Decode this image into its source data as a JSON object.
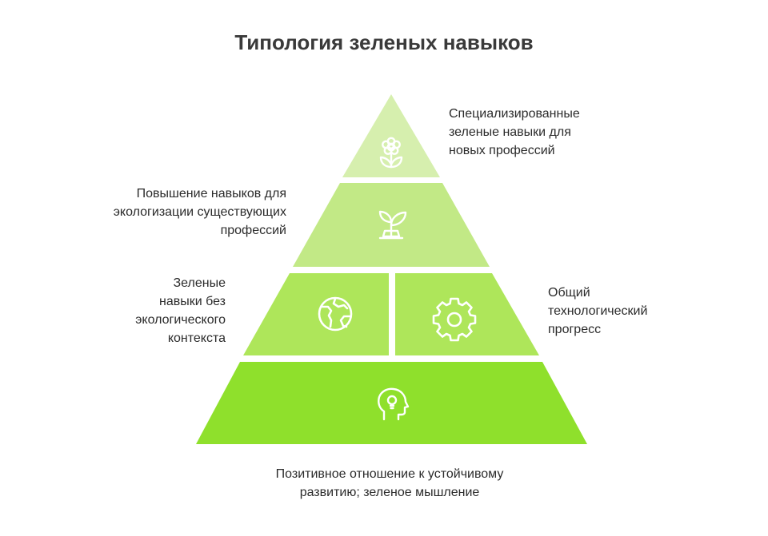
{
  "title": "Типология зеленых навыков",
  "colors": {
    "tier1": "#d6efae",
    "tier2": "#c2e986",
    "tier3": "#aee65a",
    "tier4": "#8fe02c",
    "icon": "#ffffff"
  },
  "tiers": [
    {
      "id": "specialized",
      "icon": "flower-icon",
      "label_lines": [
        "Специализированные",
        "зеленые навыки для",
        "новых профессий"
      ]
    },
    {
      "id": "upskilling",
      "icon": "sprout-icon",
      "label_lines": [
        "Повышение навыков для",
        "экологизации существующих",
        "профессий"
      ]
    },
    {
      "id": "generic",
      "icon": "globe-icon",
      "label_lines": [
        "Зеленые",
        "навыки без",
        "экологического",
        "контекста"
      ]
    },
    {
      "id": "tech-progress",
      "icon": "gear-icon",
      "label_lines": [
        "Общий",
        "технологический",
        "прогресс"
      ]
    },
    {
      "id": "mindset",
      "icon": "head-bulb-icon",
      "label_lines": [
        "Позитивное отношение к устойчивому",
        "развитию; зеленое мышление"
      ]
    }
  ]
}
